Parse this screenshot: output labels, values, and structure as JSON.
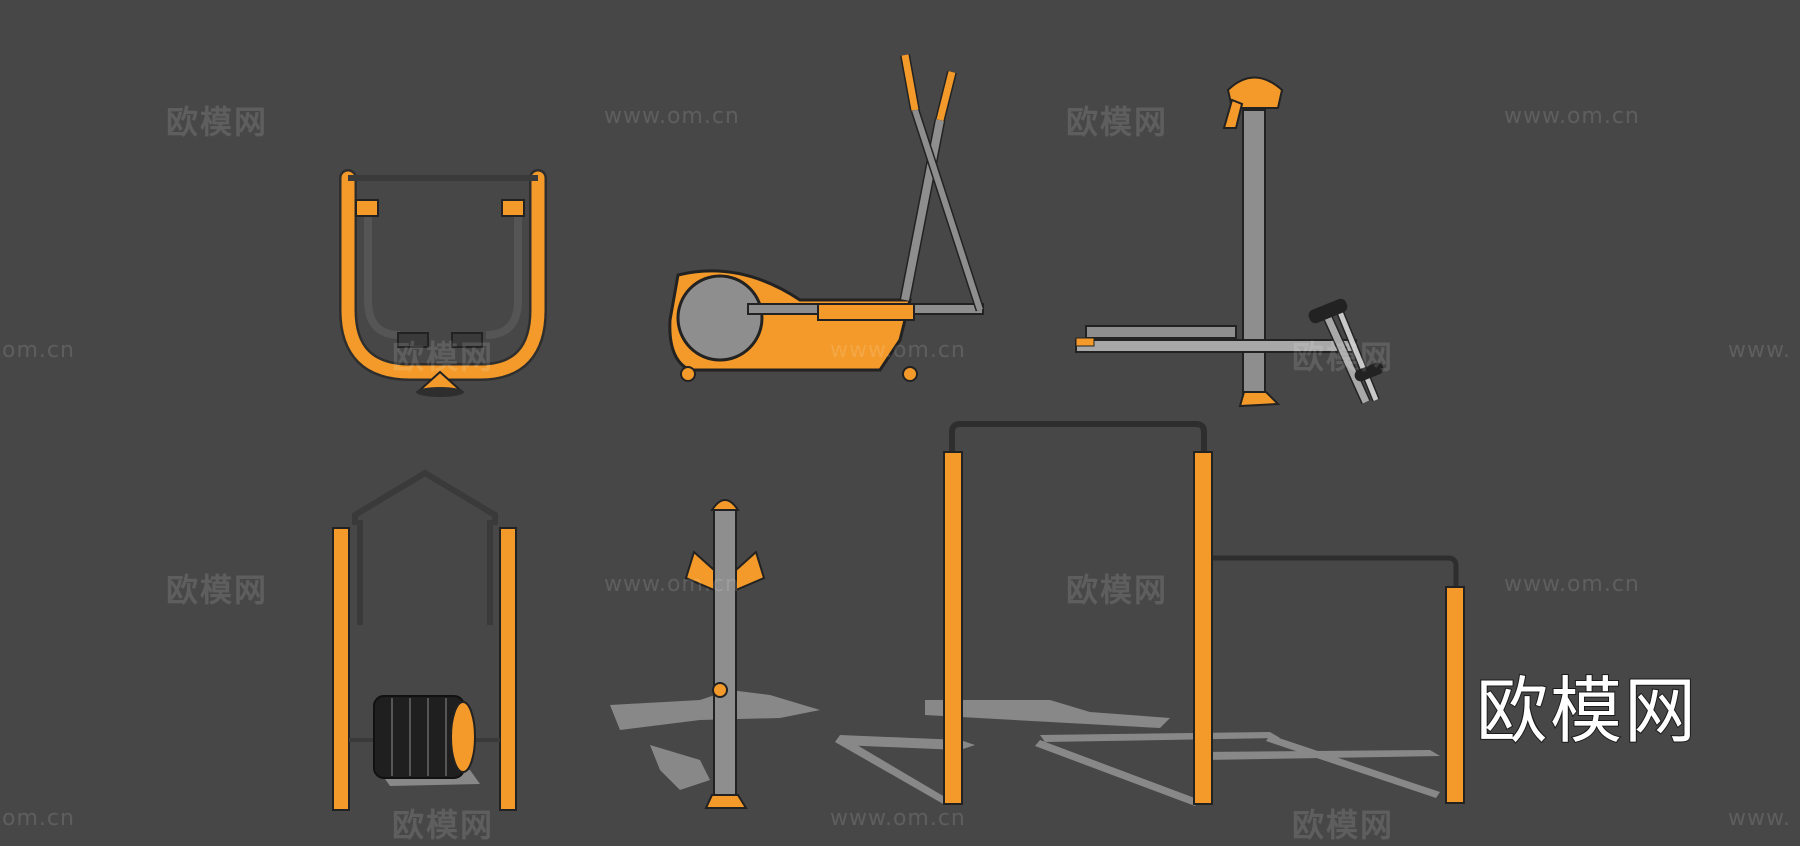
{
  "watermarks": {
    "cn": "欧模网",
    "url": "www.om.cn",
    "partial_url": "om.cn",
    "partial_url_right": "www."
  },
  "brand_text": "欧模网",
  "colors": {
    "background": "#474747",
    "orange": "#f39a2a",
    "gray": "#8e8e8e",
    "dark": "#3a3a3a",
    "shadow": "#9a9a9a"
  }
}
